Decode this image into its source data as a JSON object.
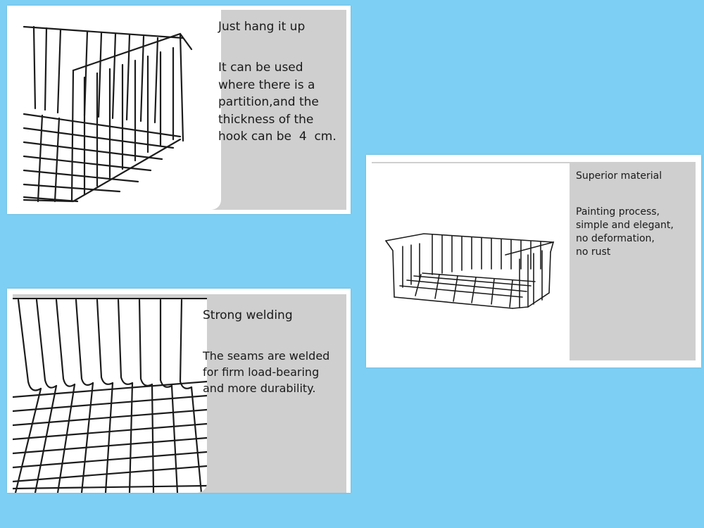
{
  "background_color": "#7dcff3",
  "panels": [
    {
      "heading": "Just hang it up",
      "lines": [
        "It can be used",
        "where there is a",
        "partition,and the",
        "thickness of the",
        "hook can be  4  cm."
      ],
      "image": "wire-basket-hook-closeup"
    },
    {
      "heading": "Superior material",
      "lines": [
        "Painting process,",
        "simple and elegant,",
        "no deformation,",
        "no rust"
      ],
      "image": "wire-basket-full-view"
    },
    {
      "heading": "Strong welding",
      "lines": [
        "The seams are welded",
        "for firm load-bearing",
        "and more durability."
      ],
      "image": "wire-basket-weld-closeup"
    }
  ]
}
